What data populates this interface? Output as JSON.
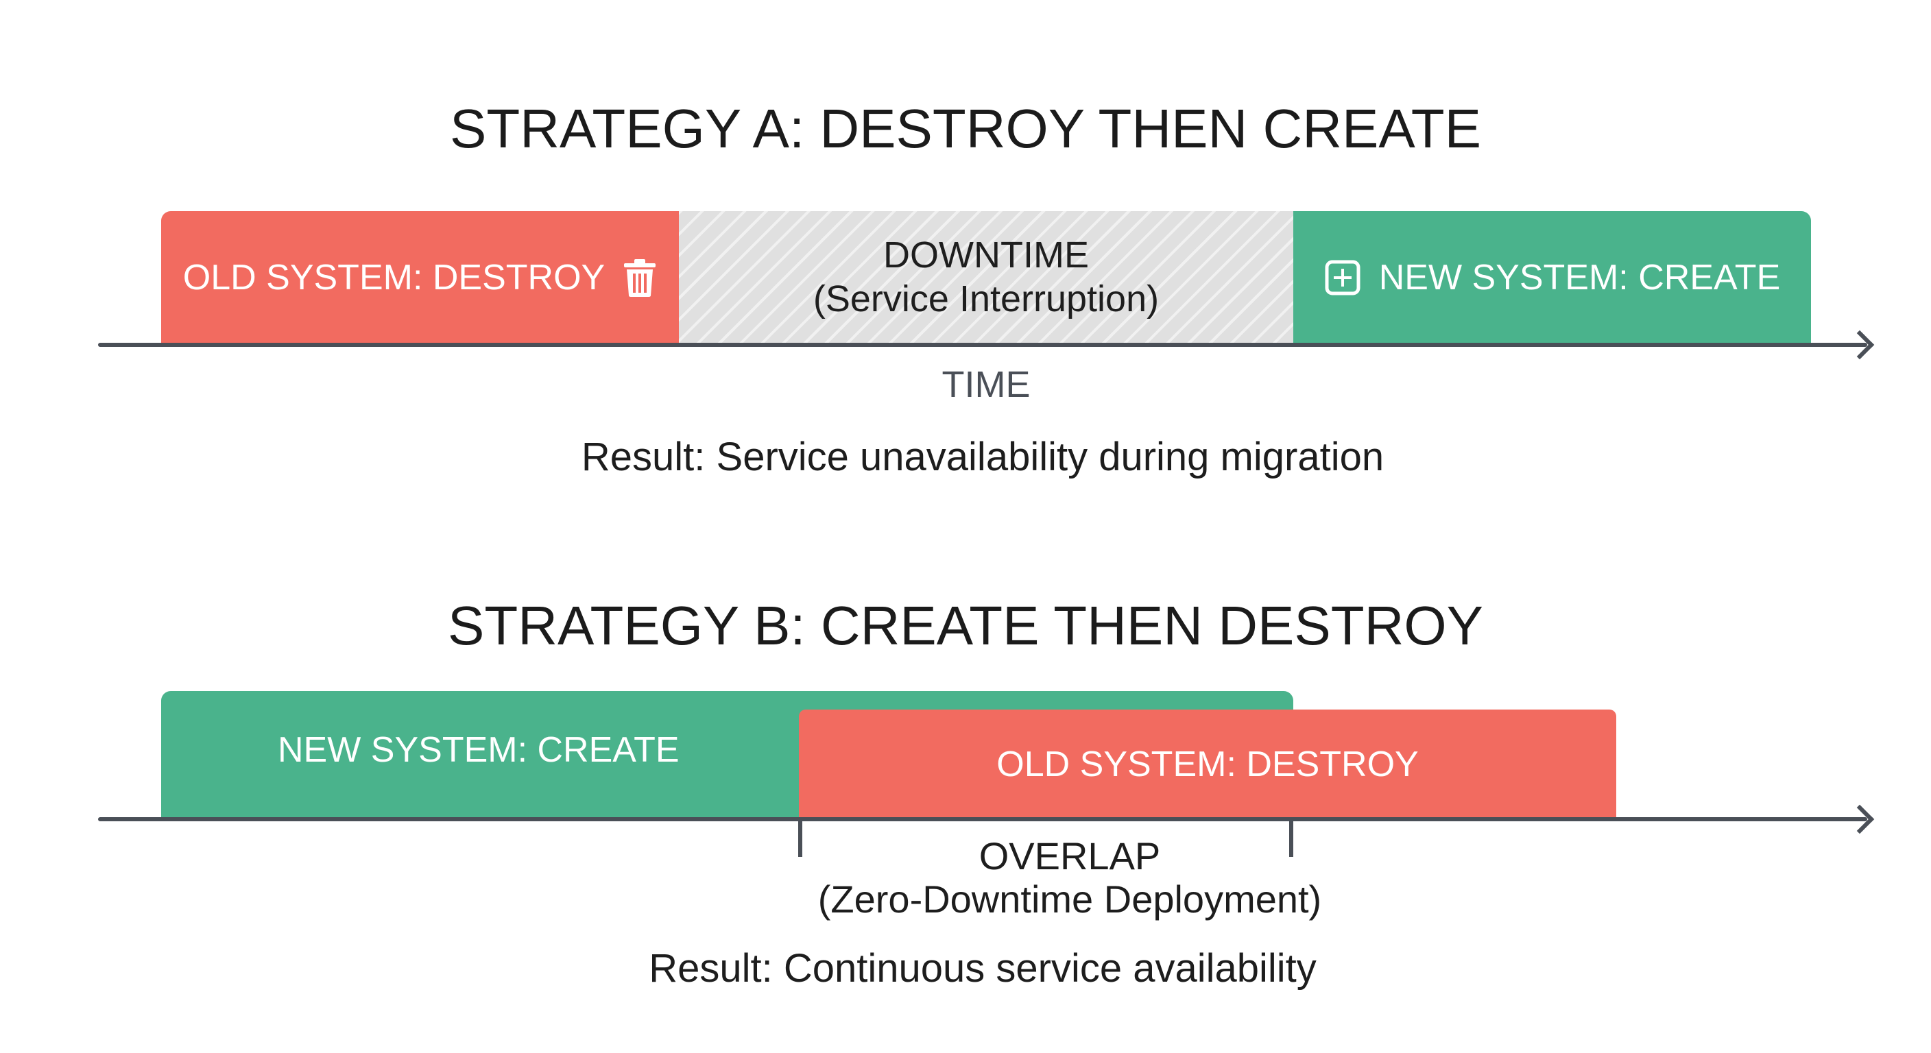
{
  "strategy_a": {
    "title": "STRATEGY A: DESTROY THEN CREATE",
    "old_label": "OLD SYSTEM: DESTROY",
    "downtime_line1": "DOWNTIME",
    "downtime_line2": "(Service Interruption)",
    "new_label": "NEW SYSTEM: CREATE",
    "axis_label": "TIME",
    "result": "Result: Service unavailability during migration",
    "icons": {
      "old": "trash-icon",
      "new": "plus-square-icon"
    }
  },
  "strategy_b": {
    "title": "STRATEGY B: CREATE THEN DESTROY",
    "new_label": "NEW SYSTEM: CREATE",
    "old_label": "OLD SYSTEM: DESTROY",
    "overlap_line1": "OVERLAP",
    "overlap_line2": "(Zero-Downtime Deployment)",
    "result": "Result: Continuous service availability"
  },
  "colors": {
    "destroy": "#f26b60",
    "create": "#4ab38c",
    "downtime": "#e0e0e0",
    "axis": "#4a4f57"
  }
}
